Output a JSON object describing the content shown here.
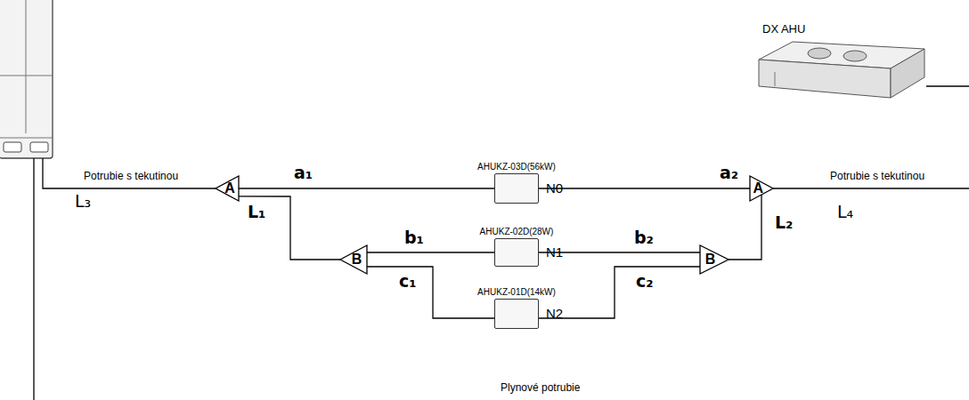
{
  "diagram": {
    "nodes": [
      {
        "text": [
          "DX AHU"
        ]
      },
      {
        "text": [
          "AHUKZ-03D(56kW)",
          "N0"
        ]
      },
      {
        "text": [
          "A"
        ]
      },
      {
        "text": [
          "A"
        ]
      },
      {
        "text": [
          "AHUKZ-02D(28W)",
          "N1"
        ]
      },
      {
        "text": [
          "B"
        ]
      },
      {
        "text": [
          "B"
        ]
      },
      {
        "text": [
          "AHUKZ-01D(14kW)",
          "N2"
        ]
      }
    ],
    "edges": [
      {
        "from": 2,
        "to": 1,
        "arrow": "none",
        "label": "a₁"
      },
      {
        "from": 1,
        "to": 3,
        "arrow": "none",
        "label": "a₂"
      },
      {
        "from": 2,
        "to": 5,
        "arrow": "none",
        "label": "L₁"
      },
      {
        "from": 5,
        "to": 4,
        "arrow": "none",
        "label": "b₁"
      },
      {
        "from": 4,
        "to": 6,
        "arrow": "none",
        "label": "b₂"
      },
      {
        "from": 5,
        "to": 7,
        "arrow": "none",
        "label": "c₁"
      },
      {
        "from": 7,
        "to": 6,
        "arrow": "none",
        "label": "c₂"
      },
      {
        "from": 6,
        "to": 3,
        "arrow": "none",
        "label": "L₂"
      }
    ],
    "labels": [
      "Potrubie s tekutinou",
      "L₃",
      "Potrubie s tekutinou",
      "L₄",
      "Plynové potrubie"
    ]
  }
}
